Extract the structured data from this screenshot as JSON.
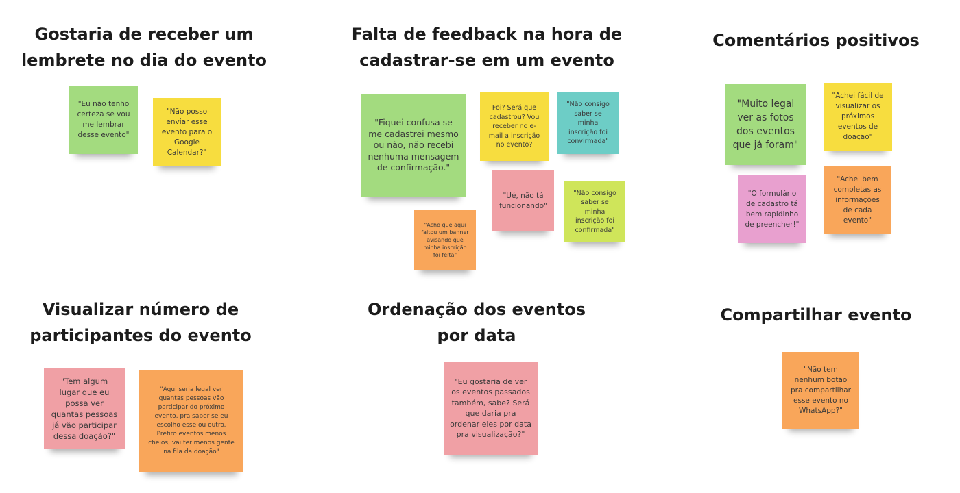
{
  "board": {
    "groups": [
      {
        "title": "Gostaria de receber um lembrete no dia do evento",
        "notes": [
          {
            "text": "\"Eu não tenho certeza se vou me lembrar desse evento\"",
            "color": "#a3db7f"
          },
          {
            "text": "\"Não posso enviar esse evento para o Google Calendar?\"",
            "color": "#f7dd3f"
          }
        ]
      },
      {
        "title": "Falta de feedback na hora de cadastrar-se em um evento",
        "notes": [
          {
            "text": "\"Fiquei confusa se me cadastrei mesmo ou não, não recebi nenhuma mensagem de confirmação.\"",
            "color": "#a3db7f"
          },
          {
            "text": "Foi? Será que cadastrou? Vou receber no e-mail a inscrição no evento?",
            "color": "#f7dd3f"
          },
          {
            "text": "\"Não consigo saber se minha inscrição foi convirmada\"",
            "color": "#6dcdc6"
          },
          {
            "text": "\"Ué, não tá funcionando\"",
            "color": "#f0a0a5"
          },
          {
            "text": "\"Não consigo saber se minha inscrição foi confirmada\"",
            "color": "#cfe55a"
          },
          {
            "text": "\"Acho que aqui faltou um banner avisando que minha inscrição foi feita\"",
            "color": "#f9a65a"
          }
        ]
      },
      {
        "title": "Comentários positivos",
        "notes": [
          {
            "text": "\"Muito legal ver as fotos dos eventos que já foram\"",
            "color": "#a3db7f"
          },
          {
            "text": "\"Achei fácil de visualizar os próximos eventos de doação\"",
            "color": "#f7dd3f"
          },
          {
            "text": "\"O formulário de cadastro tá bem rapidinho de preencher!\"",
            "color": "#e8a0cf"
          },
          {
            "text": "\"Achei bem completas as informações de cada evento\"",
            "color": "#f9a65a"
          }
        ]
      },
      {
        "title": "Visualizar número de participantes do evento",
        "notes": [
          {
            "text": "\"Tem algum lugar que eu possa ver quantas pessoas já vão participar dessa doação?\"",
            "color": "#f0a0a5"
          },
          {
            "text": "\"Aqui seria legal ver quantas pessoas vão participar do próximo evento, pra saber se eu escolho esse ou outro. Prefiro eventos menos cheios, vai ter menos gente na fila da doação\"",
            "color": "#f9a65a"
          }
        ]
      },
      {
        "title": "Ordenação dos eventos por data",
        "notes": [
          {
            "text": "\"Eu gostaria de ver os eventos passados também, sabe? Será que daria pra ordenar eles por data pra visualização?\"",
            "color": "#f0a0a5"
          }
        ]
      },
      {
        "title": "Compartilhar evento",
        "notes": [
          {
            "text": "\"Não tem nenhum botão pra compartilhar esse evento no WhatsApp?\"",
            "color": "#f9a65a"
          }
        ]
      }
    ]
  }
}
